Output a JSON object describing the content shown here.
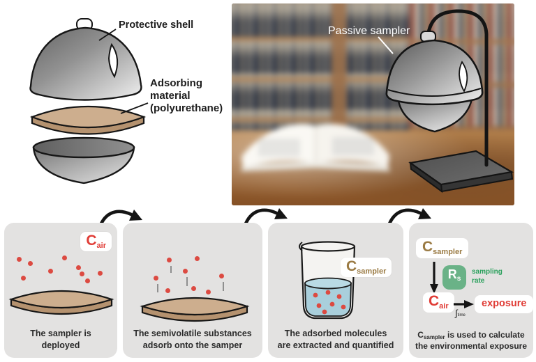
{
  "colors": {
    "molecule_red": "#dc4a41",
    "accent_red": "#e03c36",
    "brown": "#9a7a43",
    "green_box": "#6ab287",
    "green_text": "#2aa05c",
    "panel_bg": "#e3e2e1",
    "liquid_blue": "#a9cfdc",
    "disc_tan": "#cdae8e"
  },
  "exploded_view": {
    "shell_label": "Protective shell",
    "adsorbing_label_lines": [
      "Adsorbing",
      "material",
      "(polyurethane)"
    ]
  },
  "photo": {
    "caption": "Passive sampler"
  },
  "steps": [
    {
      "tag": {
        "symbol": "C",
        "subscript": "air"
      },
      "caption_lines": [
        "The sampler is",
        "deployed"
      ]
    },
    {
      "caption_lines": [
        "The semivolatile substances",
        "adsorb onto the samper"
      ]
    },
    {
      "tag": {
        "symbol": "C",
        "subscript": "sampler"
      },
      "caption_lines": [
        "The adsorbed molecules",
        "are extracted and quantified"
      ]
    },
    {
      "flow": {
        "c_sampler": {
          "symbol": "C",
          "subscript": "sampler"
        },
        "rate_constant": {
          "symbol": "R",
          "subscript": "s"
        },
        "rate_label_lines": [
          "sampling",
          "rate"
        ],
        "c_air": {
          "symbol": "C",
          "subscript": "air"
        },
        "integral": {
          "symbol": "∫",
          "subscript": "time"
        },
        "result": "exposure"
      },
      "caption": {
        "pre": "C",
        "sub": "sampler",
        "post": " is used to calculate",
        "line2": "the environmental exposure"
      }
    }
  ]
}
